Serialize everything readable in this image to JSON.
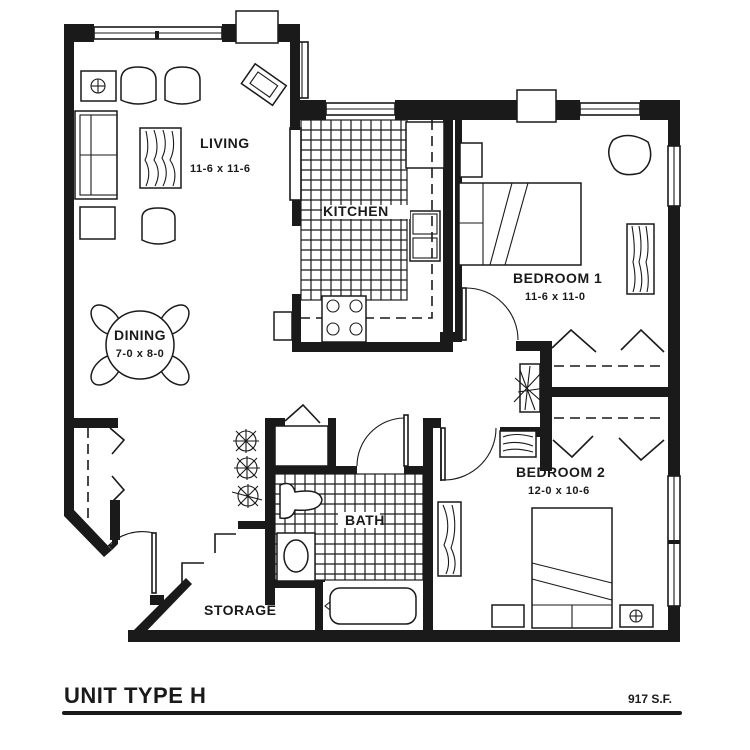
{
  "plan": {
    "unit_title": "UNIT TYPE H",
    "area": "917 S.F.",
    "rooms": {
      "living": {
        "name": "LIVING",
        "dims": "11-6 x 11-6"
      },
      "kitchen": {
        "name": "KITCHEN"
      },
      "dining": {
        "name": "DINING",
        "dims": "7-0 x 8-0"
      },
      "bedroom1": {
        "name": "BEDROOM 1",
        "dims": "11-6 x 11-0"
      },
      "bedroom2": {
        "name": "BEDROOM 2",
        "dims": "12-0 x 10-6"
      },
      "bath": {
        "name": "BATH"
      },
      "storage": {
        "name": "STORAGE"
      }
    },
    "colors": {
      "ink": "#1a1a1a",
      "paper": "#ffffff"
    }
  }
}
